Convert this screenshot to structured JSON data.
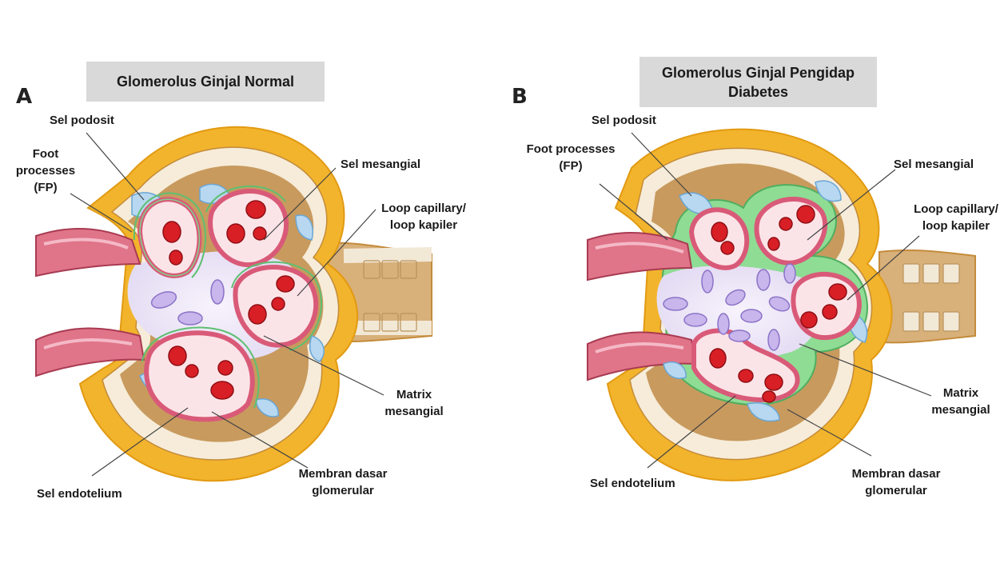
{
  "panels": [
    {
      "letter": "A",
      "title": "Glomerolus Ginjal Normal",
      "labels": {
        "sel_podosit": "Sel podosit",
        "foot_processes": "Foot\nprocesses\n(FP)",
        "sel_mesangial": "Sel mesangial",
        "loop_capillary": "Loop capillary/\nloop kapiler",
        "matrix_mesangial": "Matrix\nmesangial",
        "membran_dasar": "Membran dasar\nglomerular",
        "sel_endotelium": "Sel endotelium"
      }
    },
    {
      "letter": "B",
      "title": "Glomerolus Ginjal Pengidap Diabetes",
      "labels": {
        "sel_podosit": "Sel podosit",
        "foot_processes": "Foot processes\n(FP)",
        "sel_mesangial": "Sel mesangial",
        "loop_capillary": "Loop capillary/\nloop kapiler",
        "matrix_mesangial": "Matrix\nmesangial",
        "membran_dasar": "Membran dasar\nglomerular",
        "sel_endotelium": "Sel endotelium"
      }
    }
  ],
  "colors": {
    "capsule_outer": "#f2b42c",
    "capsule_inner": "#d8b07a",
    "bowman_space": "#c89a5e",
    "matrix": "#ece6f7",
    "capillary_wall": "#e88aa0",
    "capillary_lumen": "#fbe4e8",
    "rbc": "#d81f26",
    "podocyte": "#b7d8f0",
    "gbm_normal": "#7fcf8a",
    "gbm_thick": "#8fdc94",
    "mesangial_cell": "#c8b6ec",
    "arteriole": "#e07488",
    "title_bg": "#d9d9d9"
  }
}
